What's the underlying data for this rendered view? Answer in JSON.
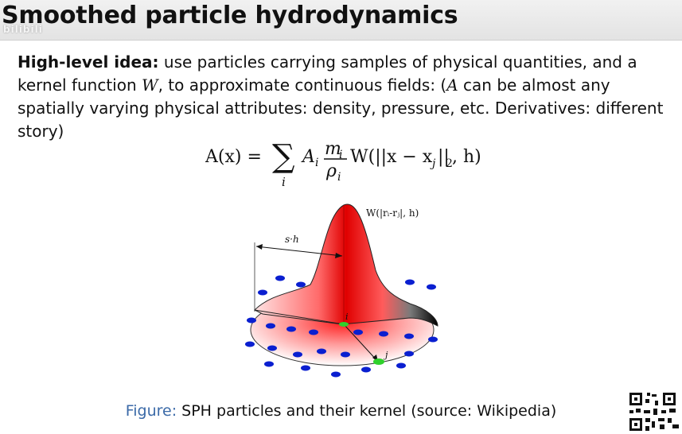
{
  "slide": {
    "title": "Smoothed particle hydrodynamics",
    "watermark": "bilibili"
  },
  "body": {
    "lead": "High-level idea:",
    "seg1": " use particles carrying samples of physical quantities, and a kernel function ",
    "var_w": "W",
    "seg2": ", to approximate continuous fields: (",
    "var_a": "A",
    "seg3": " can be almost any spatially varying physical attributes: density, pressure, etc. Derivatives: different story)"
  },
  "formula": {
    "lhs": "A(x) =",
    "sum": "∑",
    "sub": "i",
    "a": "A",
    "a_sub": "i",
    "num": "m",
    "num_sub": "i",
    "den": "ρ",
    "den_sub": "i",
    "rest": "W(||x − x",
    "rest_sub": "j",
    "rest2": "||",
    "rest_sub2": "2",
    "rest3": ", h)"
  },
  "figure": {
    "kernel_label": "W(|rᵢ-rⱼ|, h)",
    "radius_label": "s·h",
    "center_label": "i",
    "neighbor_label": "j"
  },
  "caption": {
    "label": "Figure:",
    "text": " SPH particles and their kernel (source: Wikipedia)"
  },
  "colors": {
    "caption_label": "#3b6aa8",
    "particle": "#0a1fd0",
    "kernel": "#e8141b",
    "neighbor": "#2fd12b"
  }
}
